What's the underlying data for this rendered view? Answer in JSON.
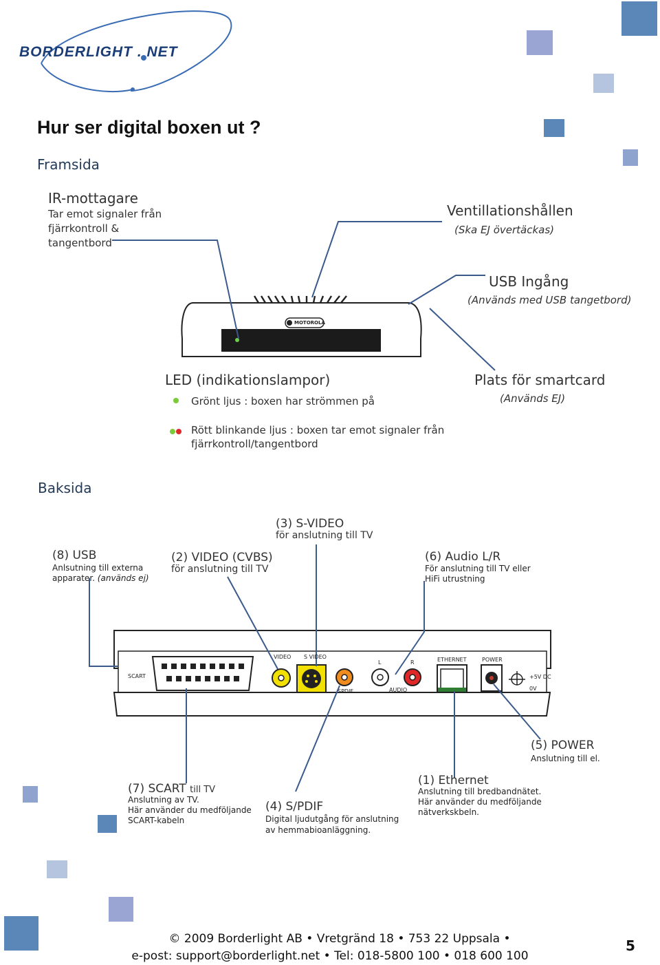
{
  "logo": {
    "text": "BORDERLIGHT . NET"
  },
  "title": "Hur ser digital boxen ut ?",
  "front": {
    "heading": "Framsida",
    "ir": {
      "label": "IR-mottagare",
      "desc1": "Tar emot signaler från",
      "desc2": "fjärrkontroll &",
      "desc3": "tangentbord"
    },
    "vent": {
      "label": "Ventillationshållen",
      "desc": "(Ska EJ övertäckas)"
    },
    "usb": {
      "label": "USB Ingång",
      "desc": "(Används med USB tangetbord)"
    },
    "brand": "MOTOROLA",
    "led": {
      "label": "LED (indikationslampor)",
      "green": "Grönt ljus : boxen har strömmen på",
      "red1": "Rött blinkande ljus : boxen tar emot signaler från",
      "red2": "fjärrkontroll/tangentbord"
    },
    "smartcard": {
      "label": "Plats för smartcard",
      "desc": "(Används EJ)"
    }
  },
  "back": {
    "heading": "Baksida",
    "svideo": {
      "label": "(3) S-VIDEO",
      "desc": "för anslutning till TV"
    },
    "usb": {
      "label": "(8) USB",
      "desc1": "Anlsutning till externa",
      "desc2": "apparater.",
      "desc3": "(används ej)"
    },
    "video": {
      "label": "(2) VIDEO (CVBS)",
      "desc": "för anslutning till TV"
    },
    "audio": {
      "label": "(6) Audio L/R",
      "desc1": "För anslutning till TV eller",
      "desc2": "HiFi utrustning"
    },
    "power": {
      "label": "(5) POWER",
      "desc": "Anslutning till el."
    },
    "scart": {
      "label": "(7) SCART",
      "label_suffix": "till TV",
      "desc1": "Anslutning av TV.",
      "desc2": "Här använder du medföljande",
      "desc3": "SCART-kabeln"
    },
    "spdif": {
      "label": "(4) S/PDIF",
      "desc1": "Digital ljudutgång för anslutning",
      "desc2": "av hemmabioanläggning."
    },
    "ethernet": {
      "label": "(1) Ethernet",
      "desc1": "Anslutning till bredbandnätet.",
      "desc2": "Här använder du medföljande",
      "desc3": "nätverkskbeln."
    },
    "panel": {
      "scart": "SCART",
      "video": "VIDEO",
      "svideo": "S VIDEO",
      "l": "L",
      "r": "R",
      "spdif": "SPDIF",
      "audio": "AUDIO",
      "ethernet": "ETHERNET",
      "power": "POWER",
      "plus5v": "+5V DC",
      "zerov": "0V"
    }
  },
  "footer": {
    "line1": "© 2009 Borderlight AB • Vretgränd 18 • 753 22 Uppsala •",
    "line2": "e-post: support@borderlight.net • Tel: 018-5800 100 • 018 600 100",
    "page": "5"
  },
  "colors": {
    "line": "#3a5a8c",
    "sq_dark": "#5b86b8",
    "sq_mid": "#8fa3cf",
    "sq_light": "#b6c5df"
  }
}
